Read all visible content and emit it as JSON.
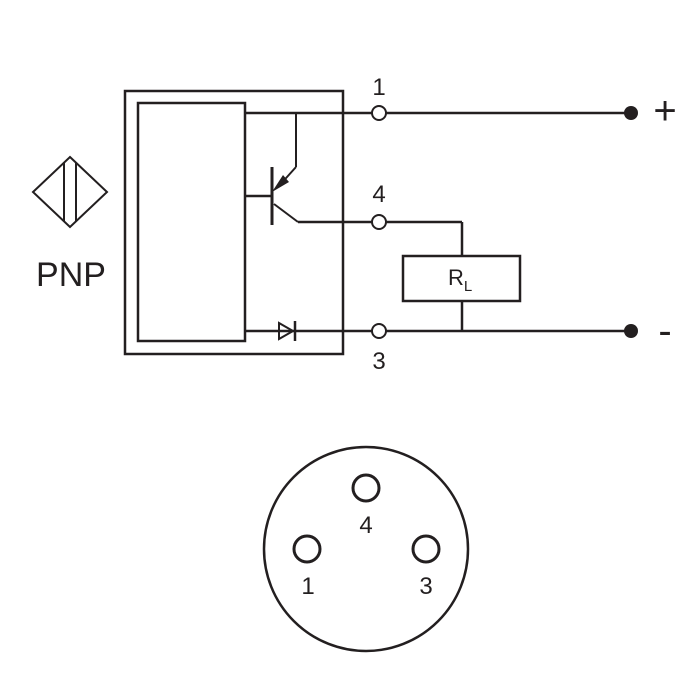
{
  "sensor": {
    "type_label": "PNP",
    "symbol_icon": "inductive-sensor-icon"
  },
  "terminals": {
    "pin1": {
      "label": "1",
      "polarity": "+"
    },
    "pin4": {
      "label": "4"
    },
    "pin3": {
      "label": "3",
      "polarity": "-"
    }
  },
  "load": {
    "symbol": "R",
    "subscript": "L"
  },
  "connector": {
    "pins": [
      {
        "label": "4"
      },
      {
        "label": "1"
      },
      {
        "label": "3"
      }
    ]
  },
  "colors": {
    "ink": "#231f20",
    "background": "#ffffff"
  }
}
